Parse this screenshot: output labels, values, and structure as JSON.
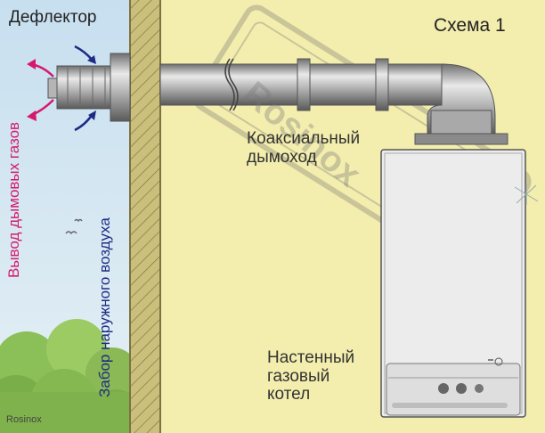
{
  "title": "Схема 1",
  "labels": {
    "deflector": "Дефлектор",
    "exhaust": "Вывод дымовых газов",
    "intake": "Забор наружного воздуха",
    "coax_line1": "Коаксиальный",
    "coax_line2": "дымоход",
    "boiler_line1": "Настенный",
    "boiler_line2": "газовый",
    "boiler_line3": "котел"
  },
  "watermark": "Rosinox",
  "colors": {
    "background": "#f3eeae",
    "wall": "#cbbf7c",
    "sky": "#cde3ef",
    "exhaust_arrow": "#d6196e",
    "intake_arrow": "#1d2b85"
  }
}
